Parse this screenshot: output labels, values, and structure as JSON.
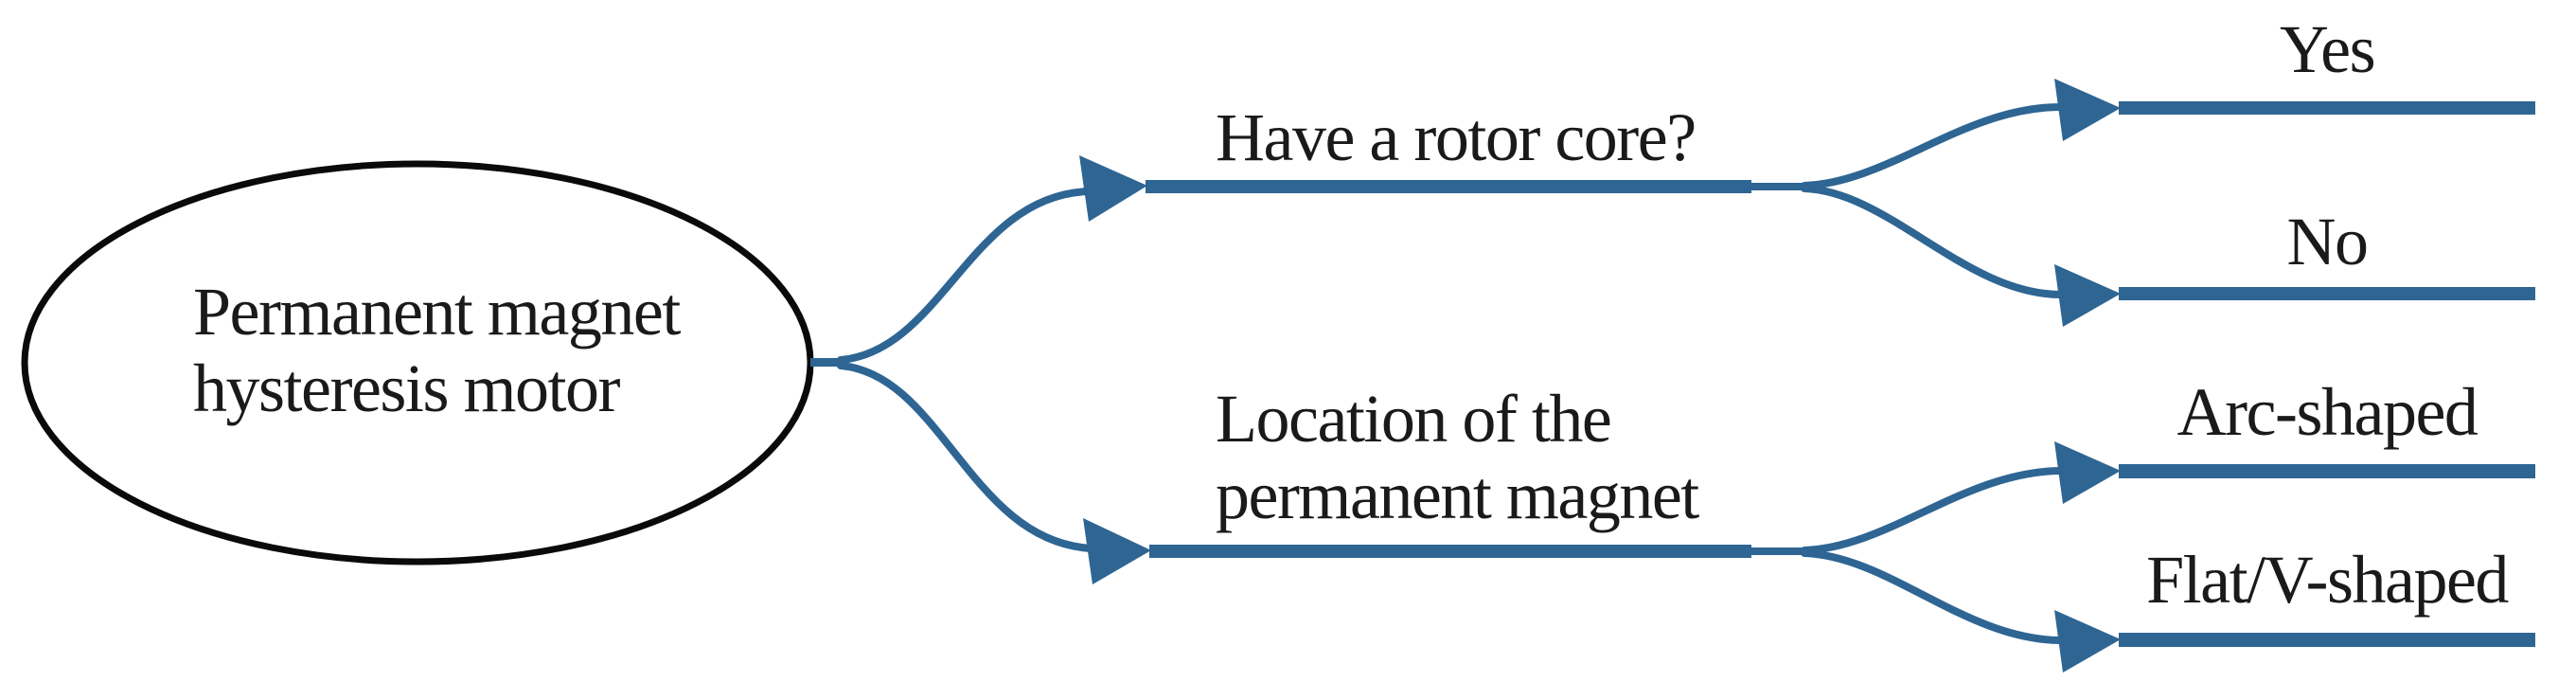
{
  "figure": {
    "type": "mind-map",
    "background": "#ffffff",
    "colors": {
      "branch": "#2e6593",
      "node_outline": "#0a0a0a",
      "text": "#1a1a1a"
    },
    "root": {
      "lines": [
        "Permanent magnet",
        "hysteresis motor"
      ]
    },
    "branches": [
      {
        "id": "rotor-core",
        "lines": [
          "Have a rotor core?"
        ],
        "children": [
          "Yes",
          "No"
        ]
      },
      {
        "id": "magnet-location",
        "lines": [
          "Location of the",
          "permanent magnet"
        ],
        "children": [
          "Arc-shaped",
          "Flat/V-shaped"
        ]
      }
    ]
  }
}
